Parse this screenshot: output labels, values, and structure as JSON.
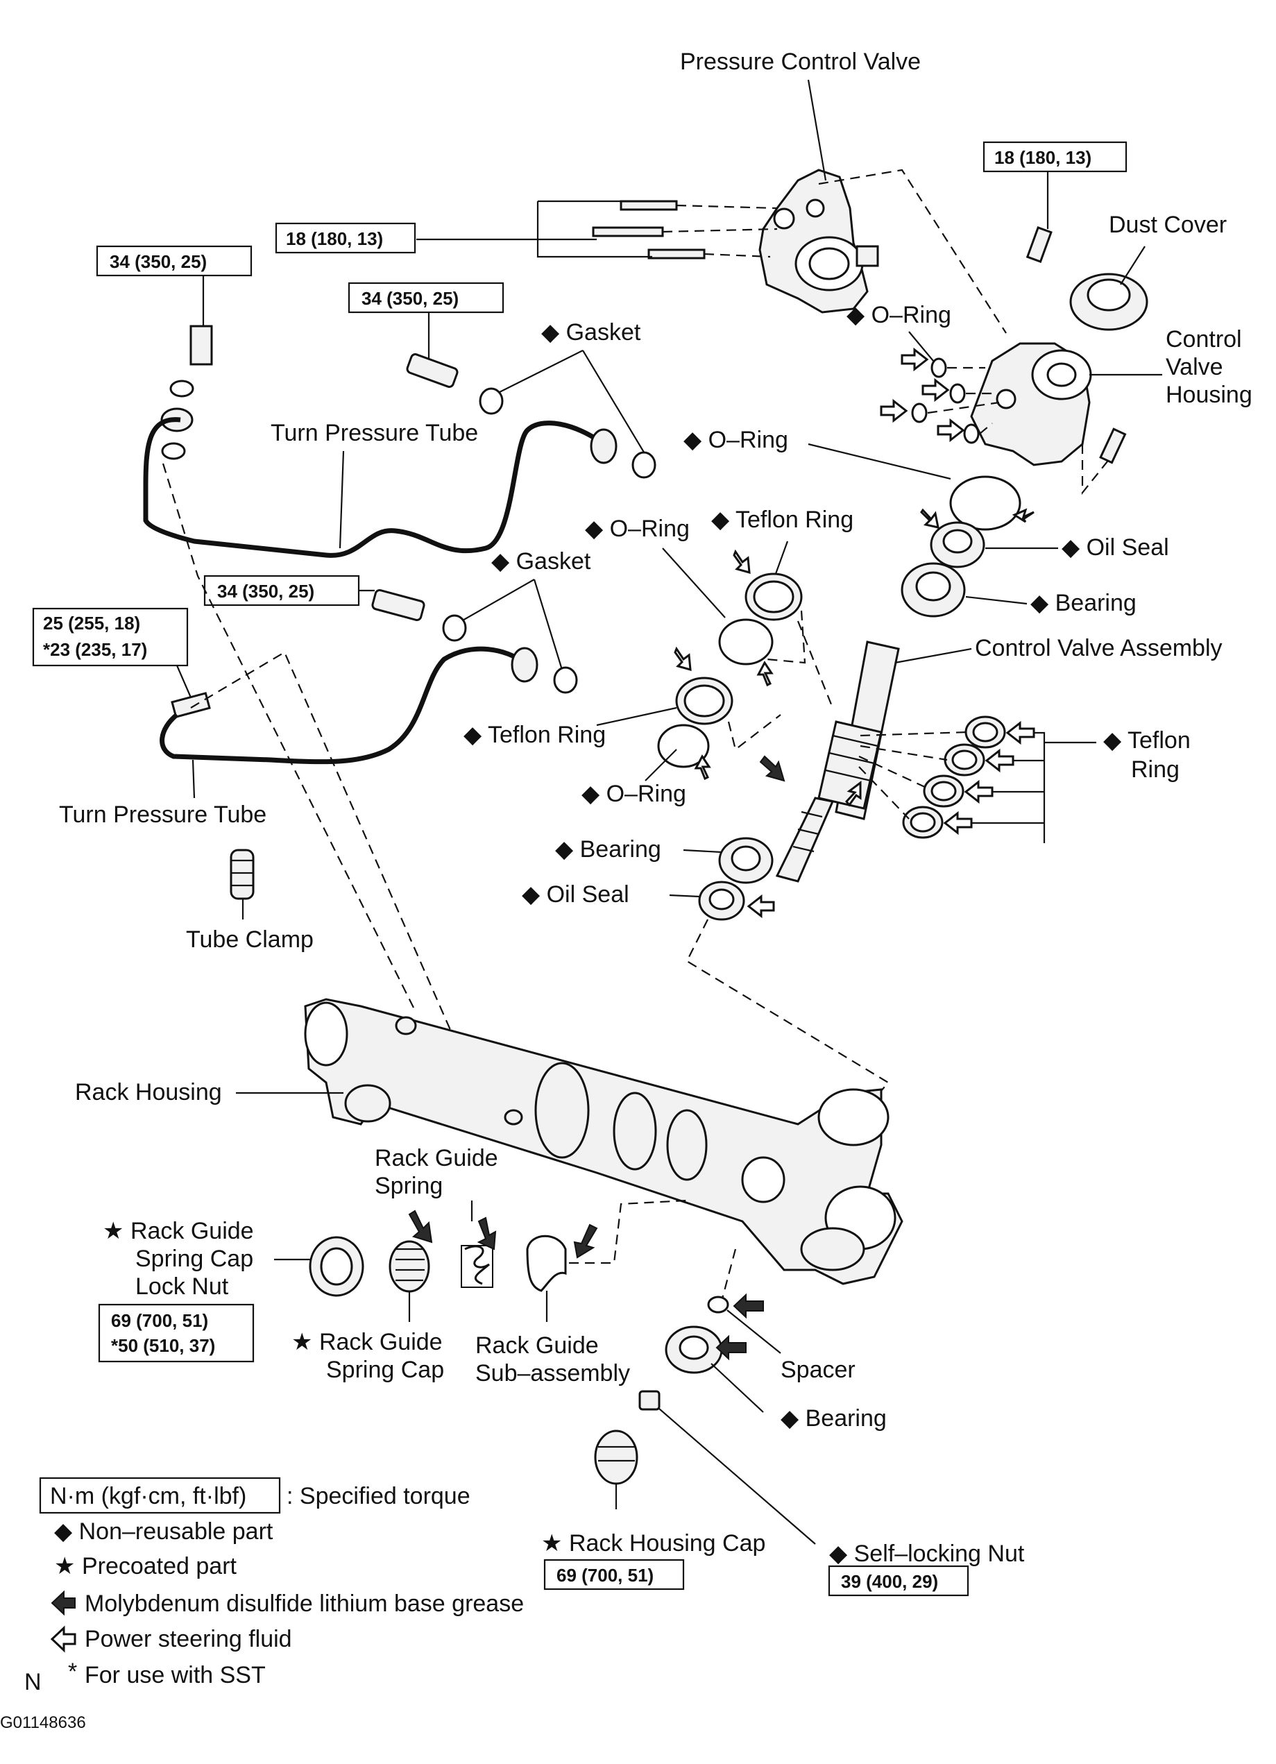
{
  "labels": {
    "pressure_control_valve": "Pressure Control Valve",
    "dust_cover": "Dust Cover",
    "control_valve_housing_1": "Control",
    "control_valve_housing_2": "Valve",
    "control_valve_housing_3": "Housing",
    "o_ring_top": "O–Ring",
    "gasket_upper": "Gasket",
    "turn_pressure_tube_upper": "Turn Pressure Tube",
    "o_ring_mid": "O–Ring",
    "oil_seal_upper": "Oil Seal",
    "bearing_upper": "Bearing",
    "o_ring_left": "O–Ring",
    "teflon_ring_top": "Teflon Ring",
    "gasket_lower": "Gasket",
    "control_valve_assembly": "Control Valve Assembly",
    "teflon_ring_left": "Teflon Ring",
    "teflon_ring_right_1": "Teflon",
    "teflon_ring_right_2": "Ring",
    "o_ring_lower": "O–Ring",
    "turn_pressure_tube_lower": "Turn Pressure Tube",
    "bearing_mid": "Bearing",
    "oil_seal_lower": "Oil Seal",
    "tube_clamp": "Tube Clamp",
    "rack_housing": "Rack Housing",
    "rack_guide_spring_1": "Rack Guide",
    "rack_guide_spring_2": "Spring",
    "lock_nut_1": "Rack Guide",
    "lock_nut_2": "Spring Cap",
    "lock_nut_3": "Lock Nut",
    "spring_cap_1": "Rack Guide",
    "spring_cap_2": "Spring Cap",
    "sub_assembly_1": "Rack Guide",
    "sub_assembly_2": "Sub–assembly",
    "spacer": "Spacer",
    "bearing_lower": "Bearing",
    "rack_housing_cap": "Rack Housing Cap",
    "self_locking_nut": "Self–locking Nut"
  },
  "torques": {
    "pcv_bolts": "18 (180, 13)",
    "cvh_bolt": "18 (180, 13)",
    "tube_union_left": "34 (350, 25)",
    "tube_union_upper": "34 (350, 25)",
    "tube_union_lower": "34 (350, 25)",
    "tube_nut_a": "25 (255, 18)",
    "tube_nut_b": "*23 (235, 17)",
    "lock_nut_a": "69 (700, 51)",
    "lock_nut_b": "*50 (510, 37)",
    "rack_housing_cap": "69 (700, 51)",
    "self_locking_nut": "39 (400, 29)"
  },
  "legend": {
    "torque_box": "N·m (kgf·cm, ft·lbf)",
    "torque_text": ": Specified torque",
    "non_reusable": "Non–reusable part",
    "precoated": "Precoated part",
    "moly_grease": "Molybdenum disulfide lithium base grease",
    "ps_fluid": "Power steering fluid",
    "sst": "For use with SST"
  },
  "footer": {
    "north": "N",
    "figure_id": "G01148636"
  },
  "symbols": {
    "non_reusable": "◆",
    "precoated": "★",
    "sst_mark": "*"
  }
}
